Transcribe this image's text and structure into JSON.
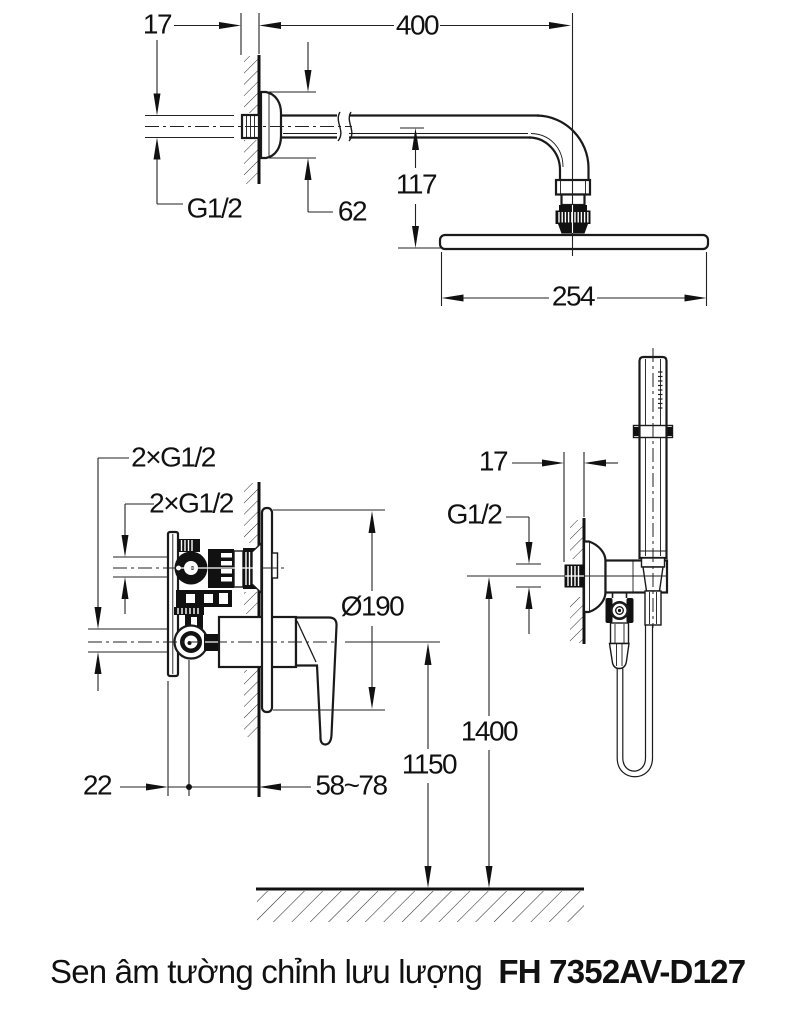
{
  "caption": {
    "description": "Sen âm tường chỉnh lưu lượng",
    "model": "FH 7352AV-D127"
  },
  "overhead_shower": {
    "wall_offset": "17",
    "arm_length": "400",
    "arm_thread": "G1/2",
    "flange_diameter": "62",
    "head_drop": "117",
    "head_diameter": "254"
  },
  "mixer_valve": {
    "connections_a": "2×G1/2",
    "connections_b": "2×G1/2",
    "plate_diameter": "Ø190",
    "plate_offset": "22",
    "install_depth": "58~78"
  },
  "hand_shower": {
    "wall_offset": "17",
    "thread": "G1/2",
    "mixer_height": "1150",
    "holder_height": "1400"
  }
}
